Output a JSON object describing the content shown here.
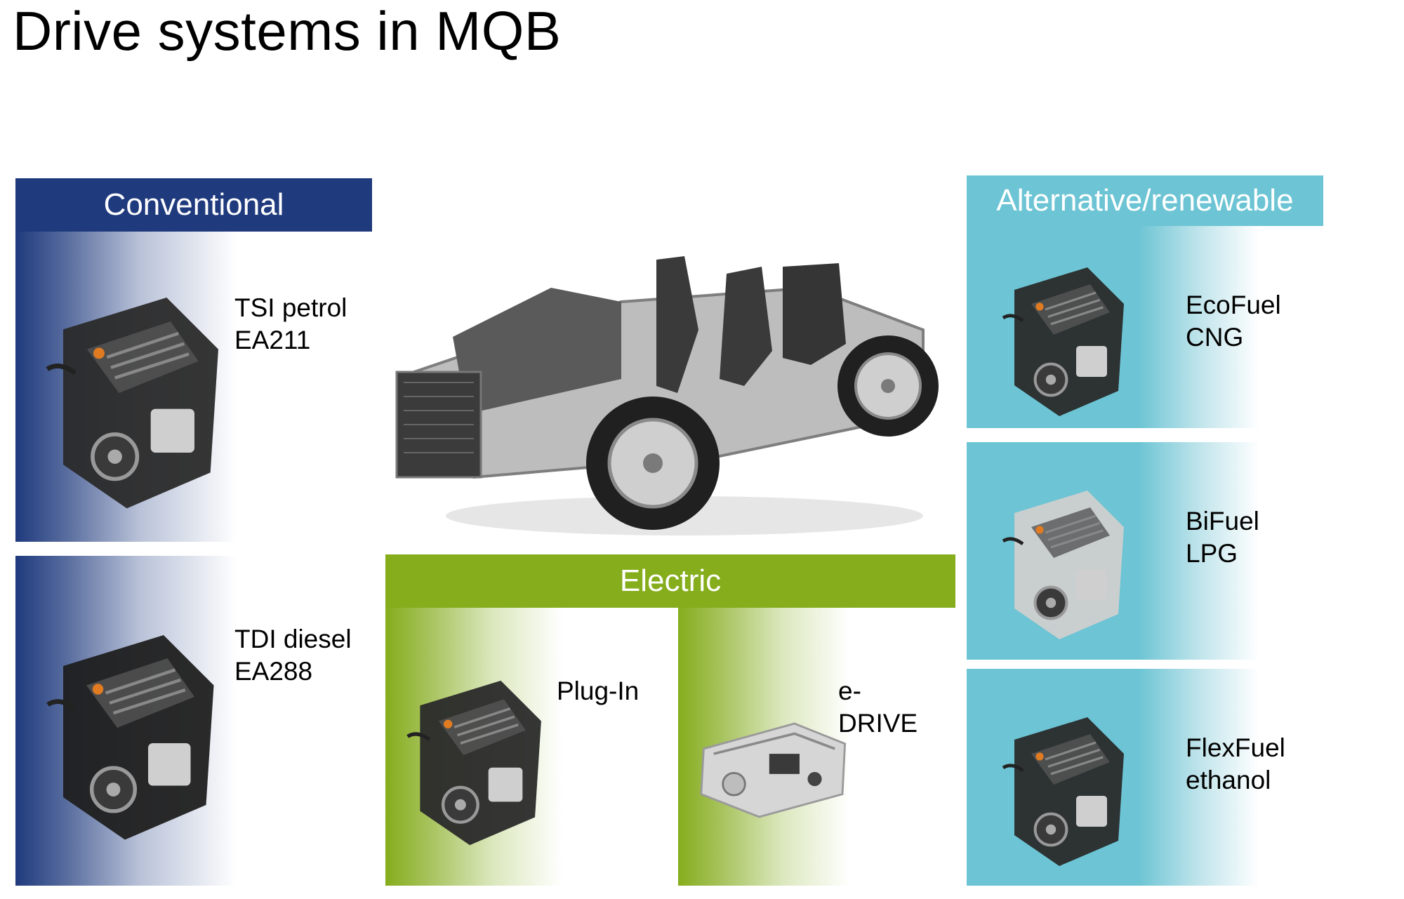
{
  "page": {
    "title": "Drive systems in MQB"
  },
  "categories": {
    "conventional": {
      "label": "Conventional",
      "color": "#1f3a7d"
    },
    "electric": {
      "label": "Electric",
      "color": "#85ad1c"
    },
    "alternative": {
      "label": "Alternative/renewable",
      "color": "#6cc4d4"
    }
  },
  "engines": {
    "tsi": {
      "line1": "TSI petrol",
      "line2": "EA211"
    },
    "tdi": {
      "line1": "TDI diesel",
      "line2": "EA288"
    },
    "plugin": {
      "line1": "Plug-In"
    },
    "edrive": {
      "line1": "e-",
      "line2": "DRIVE"
    },
    "ecofuel": {
      "line1": "EcoFuel",
      "line2": "CNG"
    },
    "bifuel": {
      "line1": "BiFuel",
      "line2": "LPG"
    },
    "flexfuel": {
      "line1": "FlexFuel",
      "line2": "ethanol"
    }
  }
}
